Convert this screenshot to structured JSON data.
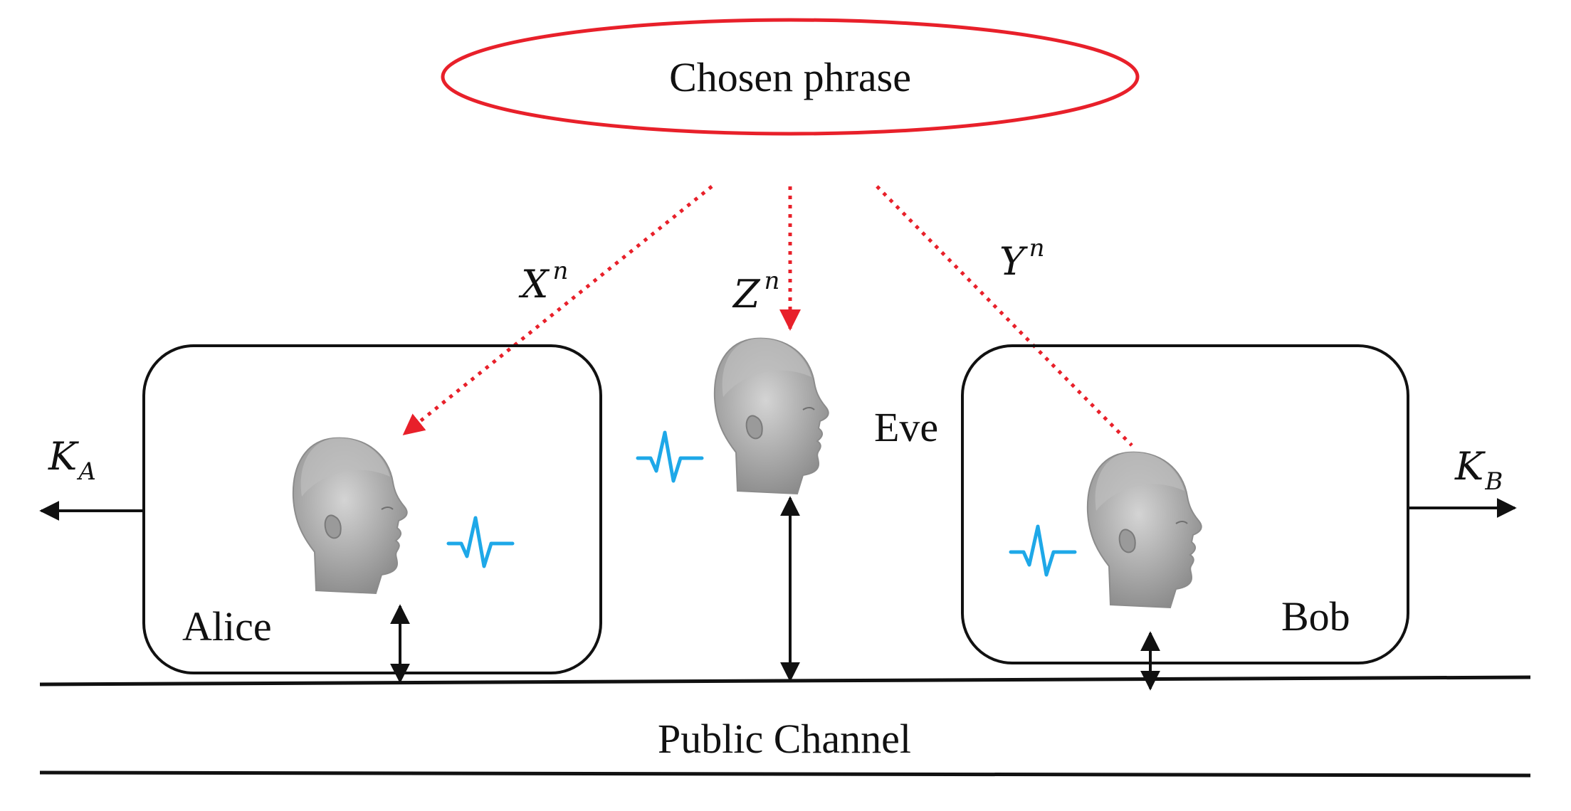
{
  "source": {
    "label": "Chosen phrase",
    "color": "#e8202a"
  },
  "parties": {
    "alice": {
      "label": "Alice",
      "key_symbol": "K",
      "key_sub": "A"
    },
    "bob": {
      "label": "Bob",
      "key_symbol": "K",
      "key_sub": "B"
    },
    "eve": {
      "label": "Eve"
    }
  },
  "observations": {
    "alice": {
      "symbol": "X",
      "sup": "n"
    },
    "eve": {
      "symbol": "Z",
      "sup": "n"
    },
    "bob": {
      "symbol": "Y",
      "sup": "n"
    }
  },
  "channel": {
    "label": "Public Channel"
  },
  "colors": {
    "link": "#e8202a",
    "voice_wave": "#1ea8e8",
    "stroke": "#111111",
    "head": "#a9a9a9"
  },
  "icons": {
    "head": "human-head-profile-icon",
    "voice": "voice-waveform-icon"
  }
}
